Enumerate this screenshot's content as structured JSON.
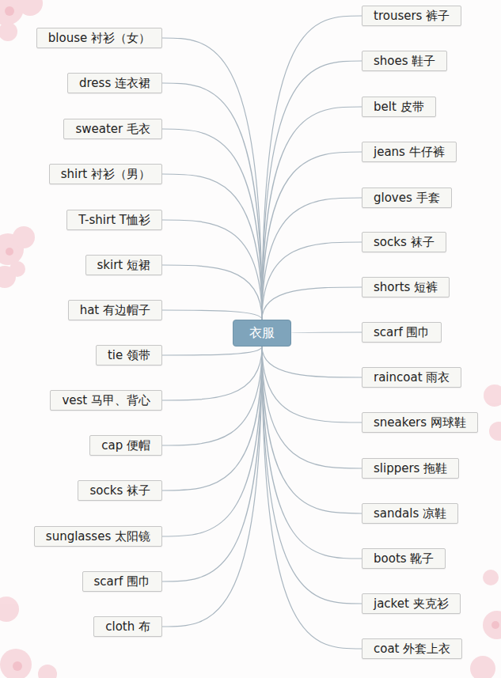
{
  "diagram": {
    "nodes": [
      {
        "text": [
          "衣服"
        ]
      },
      {
        "text": [
          "blouse 衬衫（女）"
        ]
      },
      {
        "text": [
          "dress 连衣裙"
        ]
      },
      {
        "text": [
          "sweater 毛衣"
        ]
      },
      {
        "text": [
          "shirt 衬衫（男）"
        ]
      },
      {
        "text": [
          "T-shirt T恤衫"
        ]
      },
      {
        "text": [
          "skirt 短裙"
        ]
      },
      {
        "text": [
          "hat 有边帽子"
        ]
      },
      {
        "text": [
          "tie 领带"
        ]
      },
      {
        "text": [
          "vest 马甲、背心"
        ]
      },
      {
        "text": [
          "cap 便帽"
        ]
      },
      {
        "text": [
          "socks 袜子"
        ]
      },
      {
        "text": [
          "sunglasses 太阳镜"
        ]
      },
      {
        "text": [
          "scarf 围巾"
        ]
      },
      {
        "text": [
          "cloth 布"
        ]
      },
      {
        "text": [
          "trousers 裤子"
        ]
      },
      {
        "text": [
          "shoes 鞋子"
        ]
      },
      {
        "text": [
          "belt 皮带"
        ]
      },
      {
        "text": [
          "jeans 牛仔裤"
        ]
      },
      {
        "text": [
          "gloves 手套"
        ]
      },
      {
        "text": [
          "socks 袜子"
        ]
      },
      {
        "text": [
          "shorts 短裤"
        ]
      },
      {
        "text": [
          "scarf 围巾"
        ]
      },
      {
        "text": [
          "raincoat 雨衣"
        ]
      },
      {
        "text": [
          "sneakers 网球鞋"
        ]
      },
      {
        "text": [
          "slippers 拖鞋"
        ]
      },
      {
        "text": [
          "sandals 凉鞋"
        ]
      },
      {
        "text": [
          "boots 靴子"
        ]
      },
      {
        "text": [
          "jacket 夹克衫"
        ]
      },
      {
        "text": [
          "coat 外套上衣"
        ]
      }
    ],
    "edges": [
      {
        "from": 0,
        "to": 1,
        "arrow": "none"
      },
      {
        "from": 0,
        "to": 2,
        "arrow": "none"
      },
      {
        "from": 0,
        "to": 3,
        "arrow": "none"
      },
      {
        "from": 0,
        "to": 4,
        "arrow": "none"
      },
      {
        "from": 0,
        "to": 5,
        "arrow": "none"
      },
      {
        "from": 0,
        "to": 6,
        "arrow": "none"
      },
      {
        "from": 0,
        "to": 7,
        "arrow": "none"
      },
      {
        "from": 0,
        "to": 8,
        "arrow": "none"
      },
      {
        "from": 0,
        "to": 9,
        "arrow": "none"
      },
      {
        "from": 0,
        "to": 10,
        "arrow": "none"
      },
      {
        "from": 0,
        "to": 11,
        "arrow": "none"
      },
      {
        "from": 0,
        "to": 12,
        "arrow": "none"
      },
      {
        "from": 0,
        "to": 13,
        "arrow": "none"
      },
      {
        "from": 0,
        "to": 14,
        "arrow": "none"
      },
      {
        "from": 0,
        "to": 15,
        "arrow": "none"
      },
      {
        "from": 0,
        "to": 16,
        "arrow": "none"
      },
      {
        "from": 0,
        "to": 17,
        "arrow": "none"
      },
      {
        "from": 0,
        "to": 18,
        "arrow": "none"
      },
      {
        "from": 0,
        "to": 19,
        "arrow": "none"
      },
      {
        "from": 0,
        "to": 20,
        "arrow": "none"
      },
      {
        "from": 0,
        "to": 21,
        "arrow": "none"
      },
      {
        "from": 0,
        "to": 22,
        "arrow": "none"
      },
      {
        "from": 0,
        "to": 23,
        "arrow": "none"
      },
      {
        "from": 0,
        "to": 24,
        "arrow": "none"
      },
      {
        "from": 0,
        "to": 25,
        "arrow": "none"
      },
      {
        "from": 0,
        "to": 26,
        "arrow": "none"
      },
      {
        "from": 0,
        "to": 27,
        "arrow": "none"
      },
      {
        "from": 0,
        "to": 28,
        "arrow": "none"
      },
      {
        "from": 0,
        "to": 29,
        "arrow": "none"
      }
    ]
  }
}
